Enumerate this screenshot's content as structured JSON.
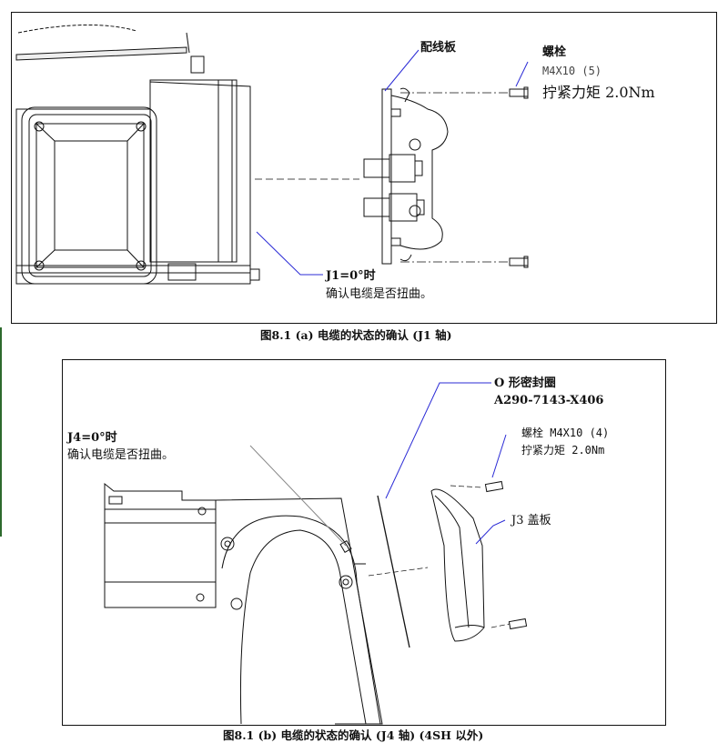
{
  "figure_a": {
    "caption": "图8.1 (a)  电缆的状态的确认  (J1 轴)",
    "labels": {
      "wiring_plate": "配线板",
      "bolt_title": "螺栓",
      "bolt_spec": "M4X10 (5)",
      "torque": "拧紧力矩  2.0Nm",
      "j1_zero": "J1=0°时",
      "confirm_cable": "确认电缆是否扭曲。"
    }
  },
  "figure_b": {
    "caption": "图8.1 (b)  电缆的状态的确认  (J4 轴) (4SH 以外)",
    "labels": {
      "oring_title": "O 形密封圈",
      "oring_part": "A290-7143-X406",
      "bolt_spec": "螺栓 M4X10 (4)",
      "torque": "拧紧力矩 2.0Nm",
      "j4_zero": "J4=0°时",
      "confirm_cable": "确认电缆是否扭曲。",
      "j3_cover": "J3 盖板"
    }
  },
  "colors": {
    "leader": "#2b2bd6",
    "line": "#111111",
    "frame_accent": "#2d6a2d"
  }
}
